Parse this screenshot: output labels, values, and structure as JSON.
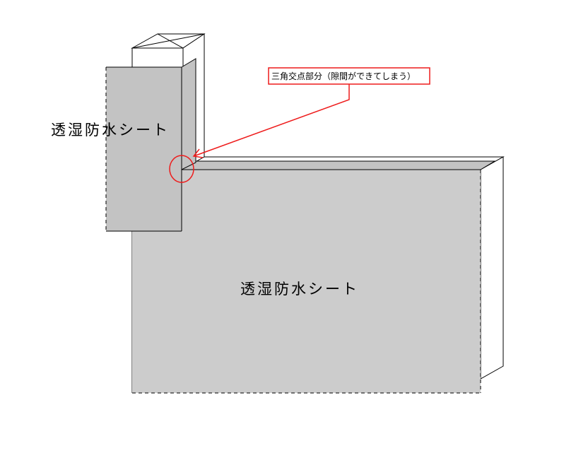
{
  "labels": {
    "sheet_vertical": "透湿防水シート",
    "sheet_horizontal": "透湿防水シート"
  },
  "callout": {
    "text": "三角交点部分（隙間ができてしまう）"
  },
  "colors": {
    "sheet_fill": "#c3c3c3",
    "sheet_fill_large": "#cccccc",
    "outline": "#000000",
    "annotation": "#ee1c1c",
    "background": "#ffffff"
  }
}
